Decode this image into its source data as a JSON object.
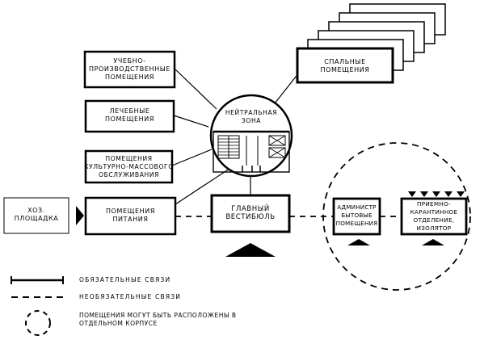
{
  "boxes": {
    "educational": [
      "УЧЕБНО-",
      "ПРОИЗВОДСТВЕННЫЕ",
      "ПОМЕЩЕНИЯ"
    ],
    "medical": [
      "ЛЕЧЕБНЫЕ",
      "ПОМЕЩЕНИЯ"
    ],
    "cultural": [
      "ПОМЕЩЕНИЯ",
      "КУЛЬТУРНО-МАССОВОГО",
      "ОБСЛУЖИВАНИЯ"
    ],
    "dining": [
      "ПОМЕЩЕНИЯ",
      "ПИТАНИЯ"
    ],
    "household_yard": [
      "ХОЗ.",
      "ПЛОЩАДКА"
    ],
    "sleeping": [
      "СПАЛЬНЫЕ",
      "ПОМЕЩЕНИЯ"
    ],
    "main_lobby": [
      "ГЛАВНЫЙ",
      "ВЕСТИБЮЛЬ"
    ],
    "admin": [
      "АДМИНИСТР",
      "БЫТОВЫЕ",
      "ПОМЕЩЕНИЯ"
    ],
    "quarantine": [
      "ПРИЕМНО-",
      "КАРАНТИННОЕ",
      "ОТДЕЛЕНИЕ,",
      "ИЗОЛЯТОР"
    ]
  },
  "center": {
    "label": [
      "НЕЙТРАЛЬНАЯ",
      "ЗОНА"
    ]
  },
  "legend": {
    "mandatory": "ОБЯЗАТЕЛЬНЫЕ СВЯЗИ",
    "optional": "НЕОБЯЗАТЕЛЬНЫЕ СВЯЗИ",
    "separate_building": [
      "ПОМЕЩЕНИЯ МОГУТ БЫТЬ РАСПОЛОЖЕНЫ В",
      "ОТДЕЛЬНОМ КОРПУСЕ"
    ]
  }
}
